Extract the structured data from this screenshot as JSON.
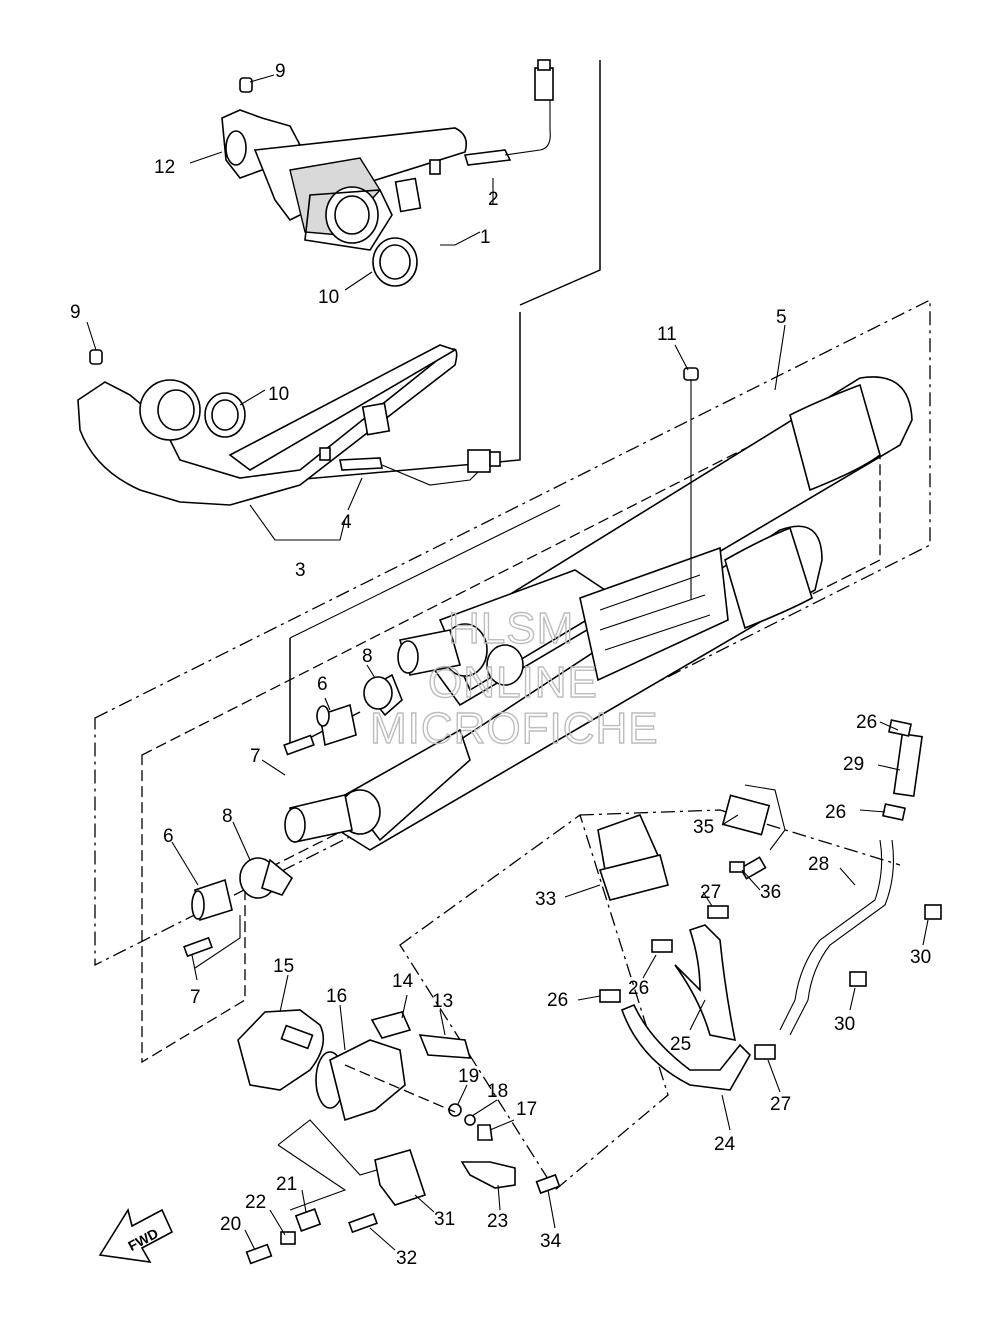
{
  "callouts": {
    "p1": "1",
    "p2": "2",
    "p3": "3",
    "p4": "4",
    "p5": "5",
    "p6a": "6",
    "p6b": "6",
    "p7a": "7",
    "p7b": "7",
    "p8a": "8",
    "p8b": "8",
    "p9a": "9",
    "p9b": "9",
    "p10a": "10",
    "p10b": "10",
    "p11": "11",
    "p12": "12",
    "p13": "13",
    "p14": "14",
    "p15": "15",
    "p16": "16",
    "p17": "17",
    "p18": "18",
    "p19": "19",
    "p20": "20",
    "p21": "21",
    "p22": "22",
    "p23": "23",
    "p24": "24",
    "p25": "25",
    "p26a": "26",
    "p26b": "26",
    "p26c": "26",
    "p26d": "26",
    "p27a": "27",
    "p27b": "27",
    "p28": "28",
    "p29": "29",
    "p30a": "30",
    "p30b": "30",
    "p31": "31",
    "p32": "32",
    "p33": "33",
    "p34": "34",
    "p35": "35",
    "p36": "36"
  },
  "direction_arrow": "FWD",
  "watermark": [
    "HLSM",
    "ONLINE",
    "MICROFICHE"
  ]
}
